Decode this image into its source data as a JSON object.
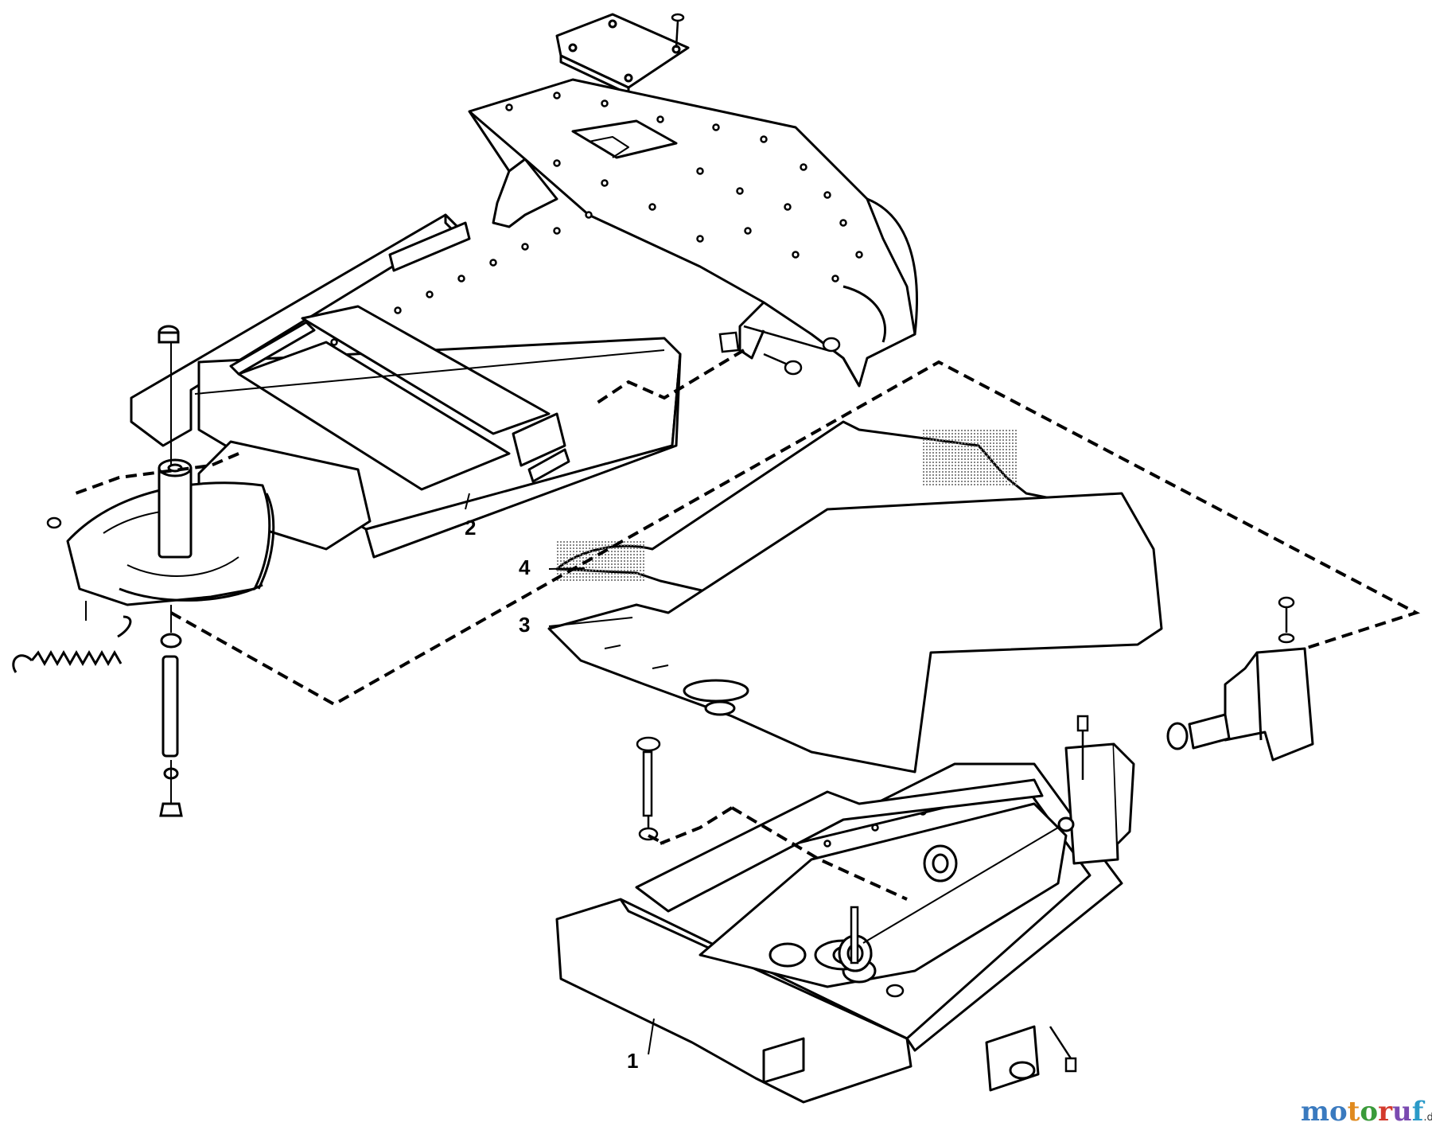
{
  "callouts": [
    "1",
    "2",
    "3",
    "4"
  ],
  "watermark": {
    "letters": [
      "m",
      "o",
      "t",
      "o",
      "r",
      "u",
      "f"
    ],
    "letter_colors": [
      "#3a7abf",
      "#3a7abf",
      "#e08a1e",
      "#3a9a3a",
      "#d33a2c",
      "#7a4ab0",
      "#2a9ac8"
    ],
    "tld": ".de"
  },
  "colors": {
    "line": "#000000",
    "shading": "#9a9a9a",
    "background": "#ffffff"
  }
}
